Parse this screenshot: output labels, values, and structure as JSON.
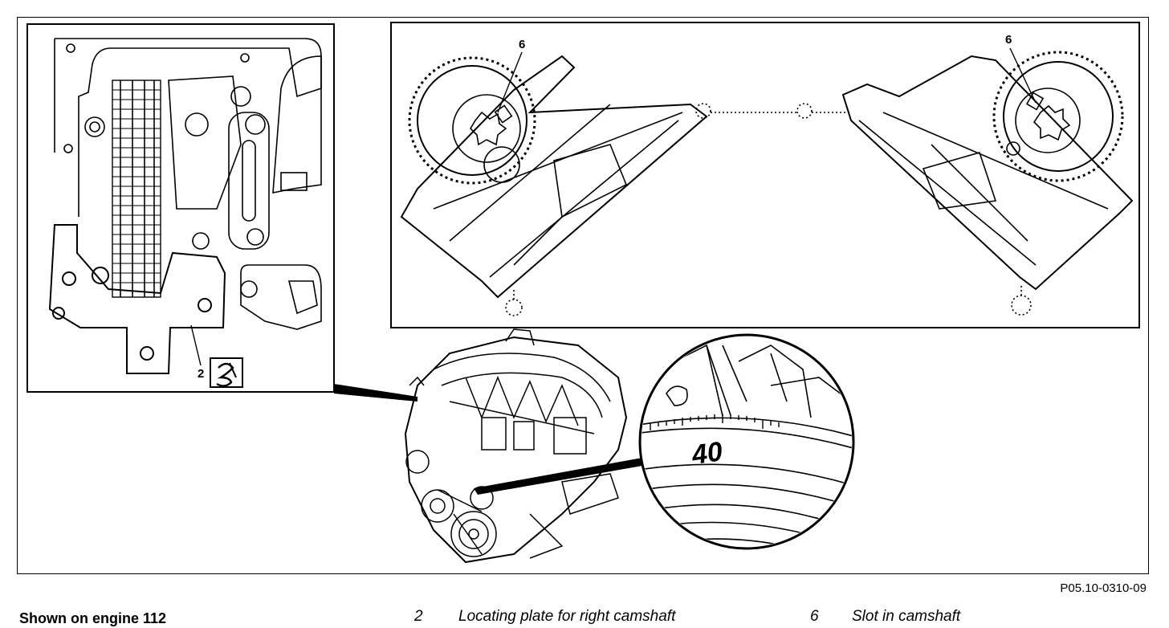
{
  "figure_code": "P05.10-0310-09",
  "caption": "Shown on engine 112",
  "legend": [
    {
      "number": "2",
      "text": "Locating plate for right camshaft"
    },
    {
      "number": "6",
      "text": "Slot in camshaft"
    }
  ],
  "callouts": {
    "locating_plate": "2",
    "slot_left": "6",
    "slot_right": "6",
    "degree_mark": "40"
  },
  "icons": [
    "tool-symbol-icon",
    "sprocket-icon",
    "star-socket-icon",
    "engine-icon",
    "crankshaft-pulley-icon"
  ]
}
